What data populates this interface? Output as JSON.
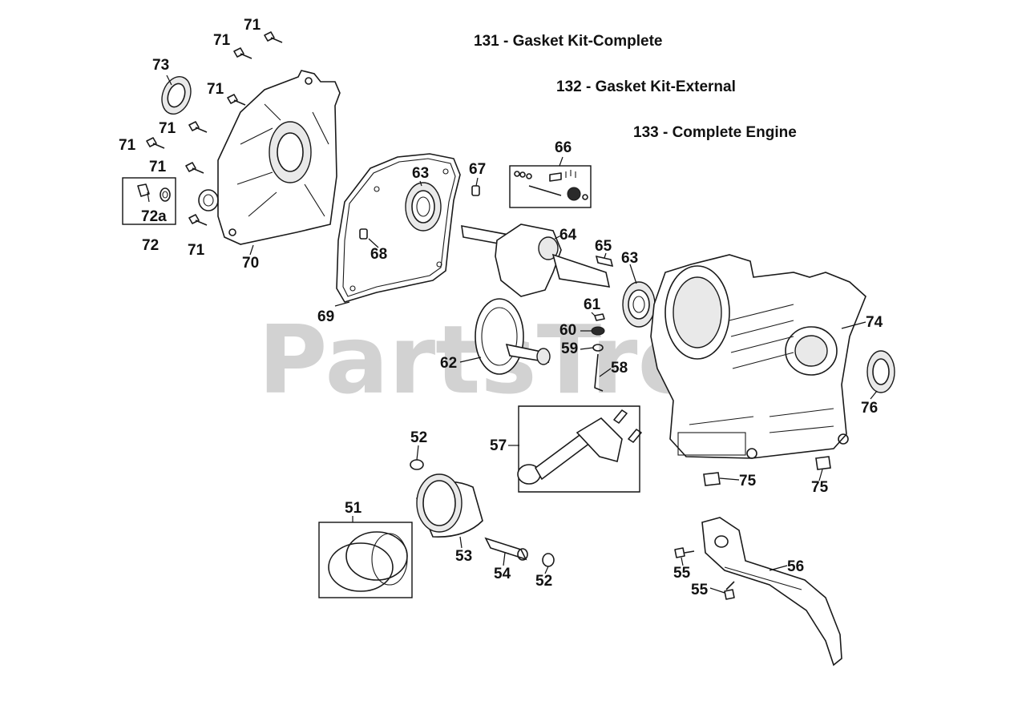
{
  "watermark": "PartsTre",
  "notes": [
    "131 - Gasket Kit-Complete",
    "132 - Gasket Kit-External",
    "133 - Complete Engine"
  ],
  "callouts": {
    "c71a": "71",
    "c71b": "71",
    "c71c": "71",
    "c71d": "71",
    "c71e": "71",
    "c71f": "71",
    "c71g": "71",
    "c73": "73",
    "c72a": "72a",
    "c72": "72",
    "c70": "70",
    "c69": "69",
    "c68": "68",
    "c63a": "63",
    "c67": "67",
    "c66": "66",
    "c64": "64",
    "c65": "65",
    "c63b": "63",
    "c61": "61",
    "c60": "60",
    "c59": "59",
    "c58": "58",
    "c62": "62",
    "c74": "74",
    "c76": "76",
    "c57": "57",
    "c52a": "52",
    "c52b": "52",
    "c51": "51",
    "c53": "53",
    "c54": "54",
    "c75a": "75",
    "c75b": "75",
    "c55a": "55",
    "c55b": "55",
    "c56": "56"
  }
}
